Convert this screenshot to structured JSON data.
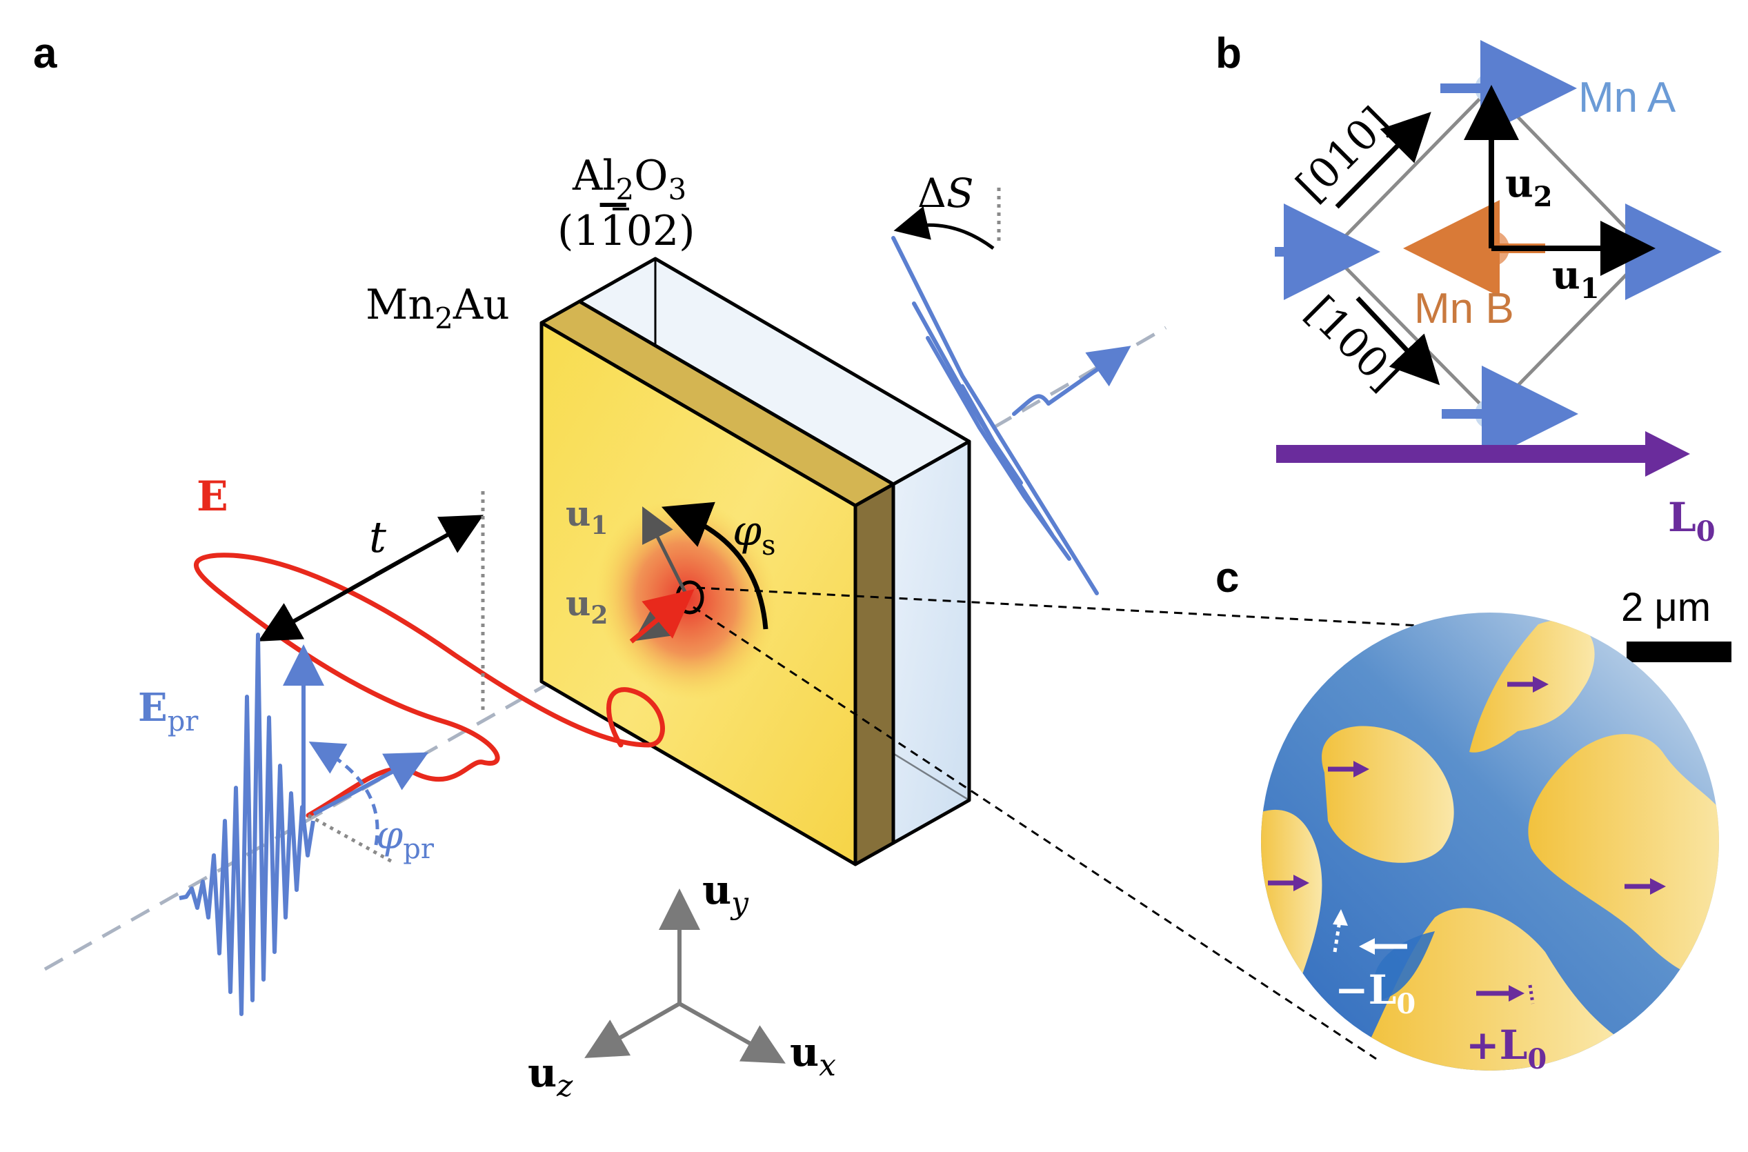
{
  "panels": {
    "a": "a",
    "b": "b",
    "c": "c"
  },
  "panel_a": {
    "substrate_formula": {
      "al": "Al",
      "al_sub": "2",
      "o": "O",
      "o_sub": "3"
    },
    "substrate_miller": {
      "open": "(1",
      "bar_digit": "1",
      "rest": "02)"
    },
    "film": {
      "mn": "Mn",
      "mn_sub": "2",
      "au": "Au"
    },
    "delta_s": {
      "delta": "Δ",
      "s": "S"
    },
    "e_label": "E",
    "t_label": "t",
    "epr": {
      "e": "E",
      "sub": "pr"
    },
    "phi_pr": {
      "phi": "φ",
      "sub": "pr"
    },
    "phi_s": {
      "phi": "φ",
      "sub": "s"
    },
    "u1": {
      "u": "u",
      "sub": "1"
    },
    "u2": {
      "u": "u",
      "sub": "2"
    },
    "uy": {
      "u": "u",
      "sub": "y"
    },
    "ux": {
      "u": "u",
      "sub": "x"
    },
    "uz": {
      "u": "u",
      "sub": "z"
    }
  },
  "panel_b": {
    "mn_a": "Mn A",
    "mn_b": "Mn B",
    "dir_010": "[010]",
    "dir_100": "[100]",
    "u1": {
      "u": "u",
      "sub": "1"
    },
    "u2": {
      "u": "u",
      "sub": "2"
    },
    "l0": {
      "l": "L",
      "sub": "0"
    }
  },
  "panel_c": {
    "scale": "2 μm",
    "minus_l0": {
      "sign": "−",
      "l": "L",
      "sub": "0"
    },
    "plus_l0": {
      "sign": "+",
      "l": "L",
      "sub": "0"
    }
  },
  "colors": {
    "red": "#e8291c",
    "blue": "#5b7fd0",
    "purple": "#6a2c9c",
    "orange": "#d97a37",
    "gold": "#f3d24d",
    "domain_blue": "#2f6fc0"
  }
}
